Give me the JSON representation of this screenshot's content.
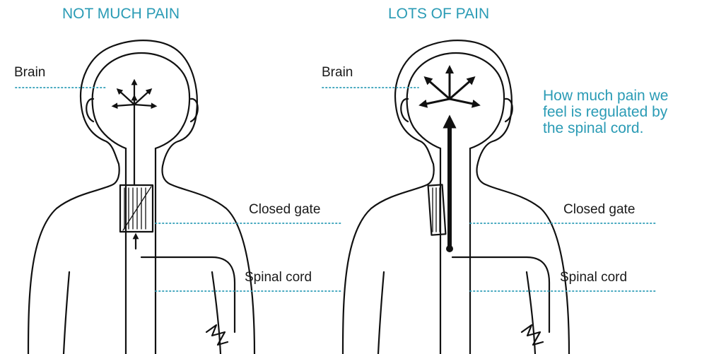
{
  "panels": [
    {
      "title": "NOT MUCH PAIN",
      "brain_label": "Brain",
      "gate_label": "Closed gate",
      "cord_label": "Spinal cord"
    },
    {
      "title": "LOTS OF PAIN",
      "brain_label": "Brain",
      "gate_label": "Closed gate",
      "cord_label": "Spinal cord"
    }
  ],
  "note": {
    "line1": "How much pain we",
    "line2": "feel is regulated by",
    "line3": "the spinal cord."
  },
  "colors": {
    "accent": "#2a9bb5",
    "ink": "#111111",
    "background": "#ffffff"
  }
}
